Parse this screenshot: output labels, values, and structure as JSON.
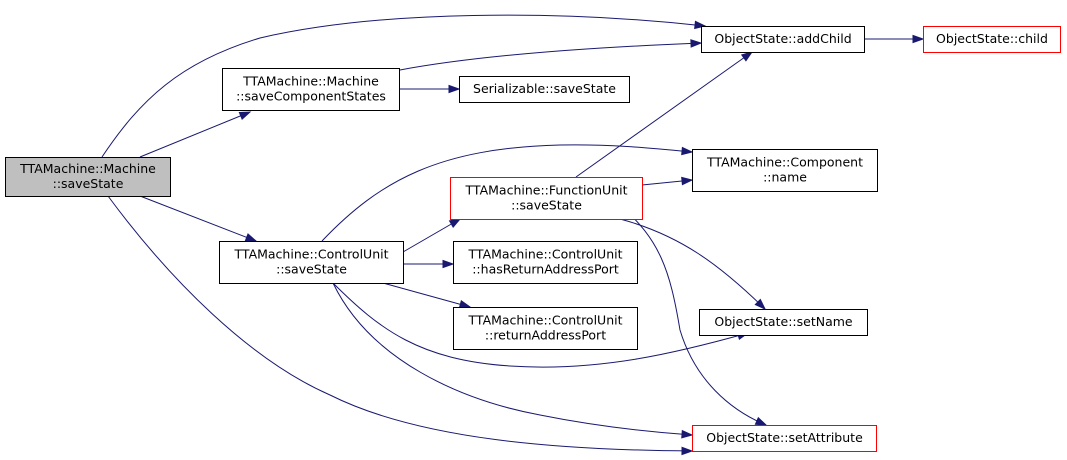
{
  "diagram": {
    "type": "call-graph",
    "colors": {
      "edge": "#191970",
      "root_fill": "#bfbfbf",
      "normal_border": "#000000",
      "linked_border": "#ff0000",
      "background": "#ffffff"
    },
    "nodes": [
      {
        "id": "machine-savestate",
        "lines": [
          "TTAMachine::Machine",
          "::saveState"
        ],
        "style": "root"
      },
      {
        "id": "machine-savecomponentstates",
        "lines": [
          "TTAMachine::Machine",
          "::saveComponentStates"
        ],
        "style": "normal"
      },
      {
        "id": "controlunit-savestate",
        "lines": [
          "TTAMachine::ControlUnit",
          "::saveState"
        ],
        "style": "normal"
      },
      {
        "id": "objectstate-addchild",
        "lines": [
          "ObjectState::addChild"
        ],
        "style": "normal"
      },
      {
        "id": "objectstate-child",
        "lines": [
          "ObjectState::child"
        ],
        "style": "red"
      },
      {
        "id": "serializable-savestate",
        "lines": [
          "Serializable::saveState"
        ],
        "style": "normal"
      },
      {
        "id": "functionunit-savestate",
        "lines": [
          "TTAMachine::FunctionUnit",
          "::saveState"
        ],
        "style": "red"
      },
      {
        "id": "component-name",
        "lines": [
          "TTAMachine::Component",
          "::name"
        ],
        "style": "normal"
      },
      {
        "id": "controlunit-hasreturnaddressport",
        "lines": [
          "TTAMachine::ControlUnit",
          "::hasReturnAddressPort"
        ],
        "style": "normal"
      },
      {
        "id": "controlunit-returnaddressport",
        "lines": [
          "TTAMachine::ControlUnit",
          "::returnAddressPort"
        ],
        "style": "normal"
      },
      {
        "id": "objectstate-setname",
        "lines": [
          "ObjectState::setName"
        ],
        "style": "normal"
      },
      {
        "id": "objectstate-setattribute",
        "lines": [
          "ObjectState::setAttribute"
        ],
        "style": "red"
      }
    ],
    "edges": [
      {
        "from": "machine-savestate",
        "to": "objectstate-addchild"
      },
      {
        "from": "machine-savestate",
        "to": "machine-savecomponentstates"
      },
      {
        "from": "machine-savestate",
        "to": "controlunit-savestate"
      },
      {
        "from": "machine-savestate",
        "to": "objectstate-setattribute"
      },
      {
        "from": "machine-savecomponentstates",
        "to": "objectstate-addchild"
      },
      {
        "from": "machine-savecomponentstates",
        "to": "serializable-savestate"
      },
      {
        "from": "objectstate-addchild",
        "to": "objectstate-child"
      },
      {
        "from": "controlunit-savestate",
        "to": "component-name"
      },
      {
        "from": "controlunit-savestate",
        "to": "functionunit-savestate"
      },
      {
        "from": "controlunit-savestate",
        "to": "controlunit-hasreturnaddressport"
      },
      {
        "from": "controlunit-savestate",
        "to": "controlunit-returnaddressport"
      },
      {
        "from": "controlunit-savestate",
        "to": "objectstate-setname"
      },
      {
        "from": "controlunit-savestate",
        "to": "objectstate-setattribute"
      },
      {
        "from": "functionunit-savestate",
        "to": "objectstate-addchild"
      },
      {
        "from": "functionunit-savestate",
        "to": "component-name"
      },
      {
        "from": "functionunit-savestate",
        "to": "objectstate-setname"
      },
      {
        "from": "functionunit-savestate",
        "to": "objectstate-setattribute"
      }
    ]
  }
}
